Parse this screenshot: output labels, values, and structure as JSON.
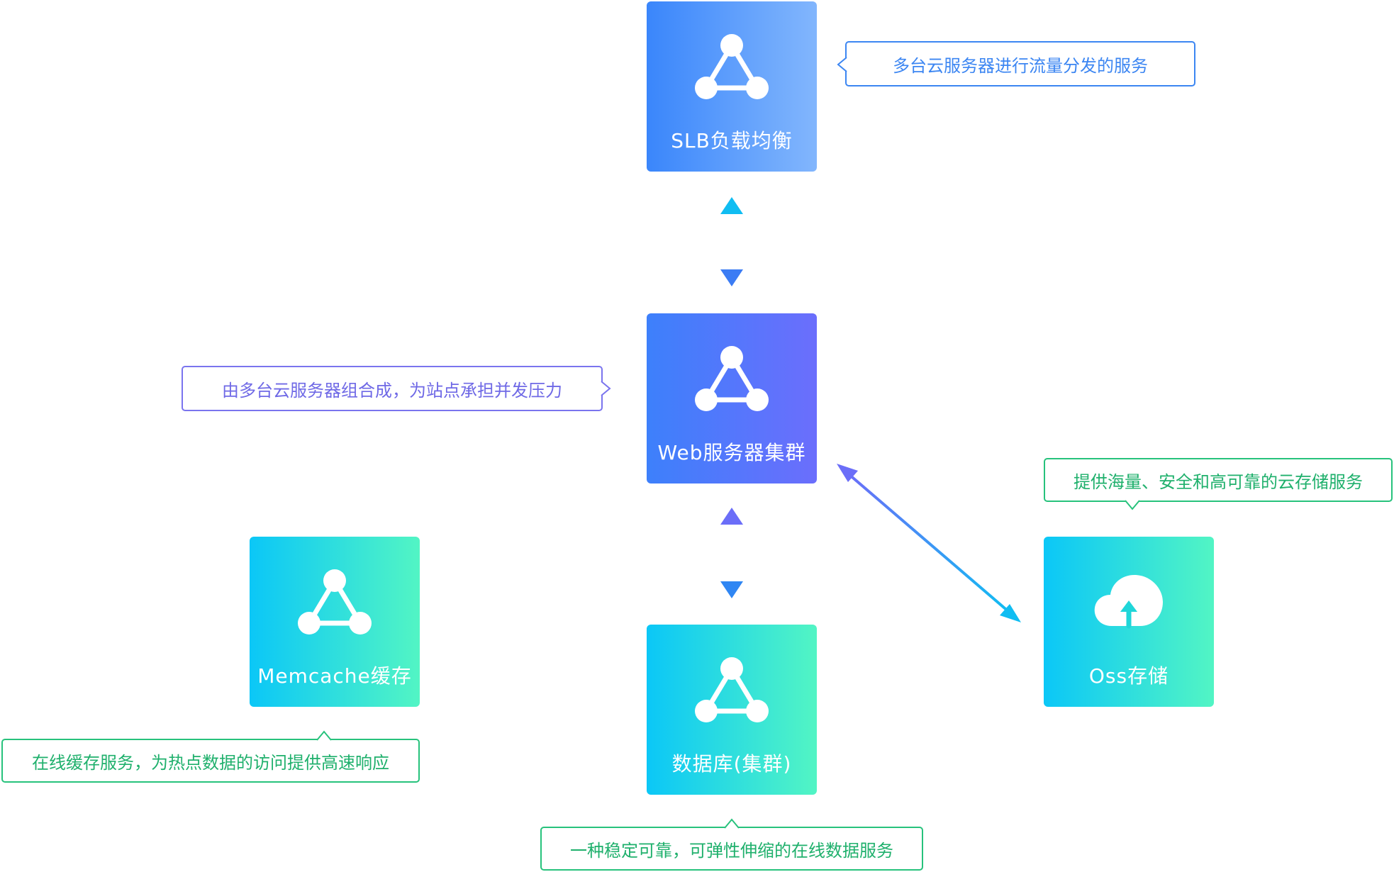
{
  "nodes": {
    "slb": {
      "label": "SLB负载均衡"
    },
    "web": {
      "label": "Web服务器集群"
    },
    "memcache": {
      "label": "Memcache缓存"
    },
    "db": {
      "label": "数据库(集群)"
    },
    "oss": {
      "label": "Oss存储"
    }
  },
  "callouts": {
    "slb": "多台云服务器进行流量分发的服务",
    "web": "由多台云服务器组合成，为站点承担并发压力",
    "memcache": "在线缓存服务，为热点数据的访问提供高速响应",
    "db": "一种稳定可靠，可弹性伸缩的在线数据服务",
    "oss": "提供海量、安全和高可靠的云存储服务"
  },
  "colors": {
    "blue": "#3c86f2",
    "violet": "#6f69e6",
    "teal_start": "#0bc7f7",
    "teal_end": "#52f5c4",
    "green_text": "#1fb06c"
  },
  "icons": {
    "cluster": "network-triangle-icon",
    "cloud": "cloud-upload-icon"
  }
}
